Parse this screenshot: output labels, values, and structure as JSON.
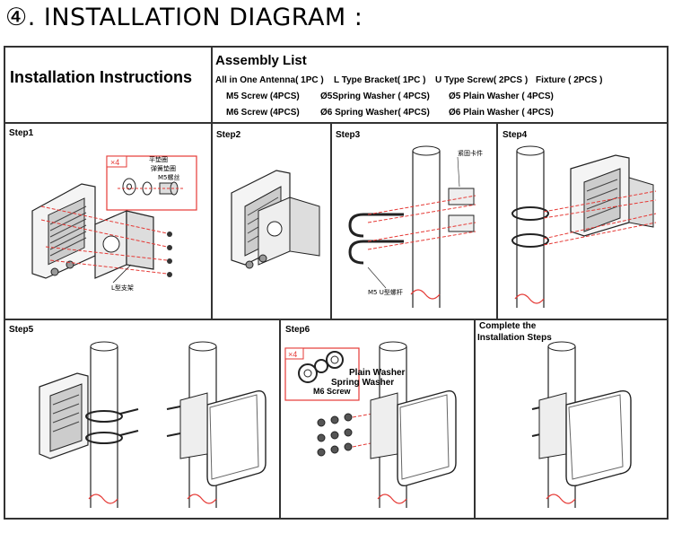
{
  "title": "④. INSTALLATION DIAGRAM :",
  "instructions_label": "Installation Instructions",
  "assembly": {
    "heading": "Assembly List",
    "row1": [
      "All in One Antenna( 1PC )",
      "L Type Bracket( 1PC )",
      "U Type Screw( 2PCS )",
      "Fixture ( 2PCS )"
    ],
    "row2": [
      "M5 Screw (4PCS)",
      "Ø5Spring Washer ( 4PCS)",
      "Ø5 Plain Washer ( 4PCS)"
    ],
    "row3": [
      "M6 Screw (4PCS)",
      "Ø6 Spring Washer( 4PCS)",
      "Ø6 Plain Washer ( 4PCS)"
    ]
  },
  "steps": {
    "s1": "Step1",
    "s2": "Step2",
    "s3": "Step3",
    "s4": "Step4",
    "s5": "Step5",
    "s6": "Step6",
    "s7a": "Complete the",
    "s7b": "Installation Steps"
  },
  "callouts": {
    "x4a": "×4",
    "plain_washer_cn": "平垫圈",
    "spring_washer_cn": "弹簧垫圈",
    "m5_screw_cn": "M5螺丝",
    "l_bracket_cn": "L型支架",
    "fixture_cn": "紧固卡件",
    "u_screw_cn": "M5 U型螺杆",
    "x4b": "×4",
    "plain_washer": "Plain Washer",
    "spring_washer": "Spring Washer",
    "m6_screw": "M6 Screw"
  },
  "colors": {
    "arrow": "#e53935",
    "line": "#333333",
    "callout": "#e53935"
  }
}
